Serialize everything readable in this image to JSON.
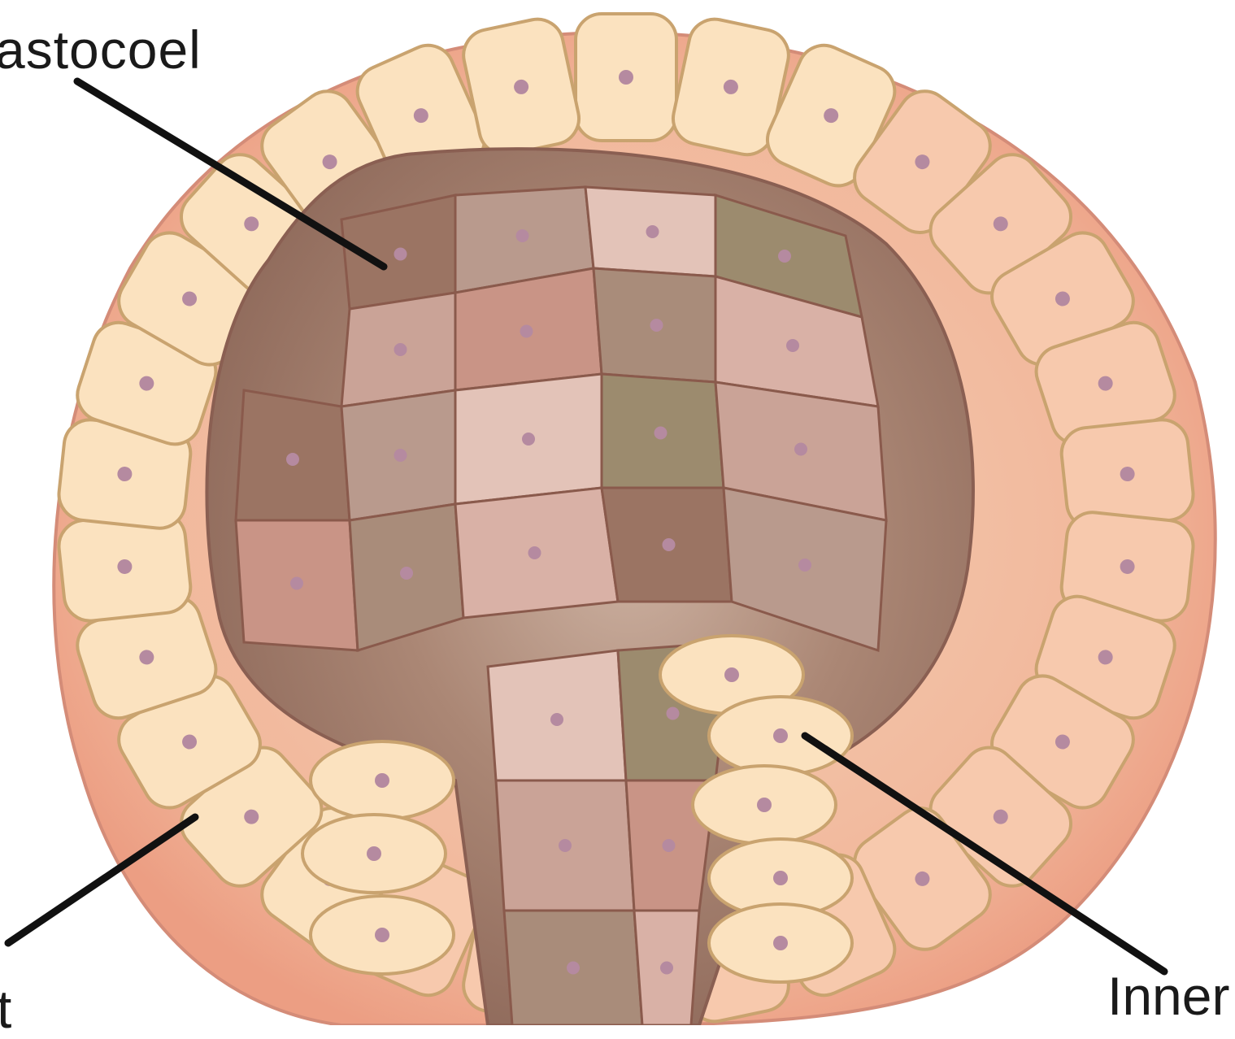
{
  "labels": {
    "blastocoel": "astocoel",
    "inner_cell_mass": "Inner",
    "trophoblast": "t"
  },
  "colors": {
    "outer_layer": "#f3b99e",
    "trophoblast_cell": "#fbe2bf",
    "trophoblast_border": "#c9a36f",
    "nucleus": "#b58aa0",
    "blastocoel_dark": "#9a7263",
    "blastocoel_olive": "#9a8a6c",
    "inner_mass": "#d9a596",
    "inner_mass_pale": "#e7c8bc",
    "pointer_line": "#111111"
  }
}
